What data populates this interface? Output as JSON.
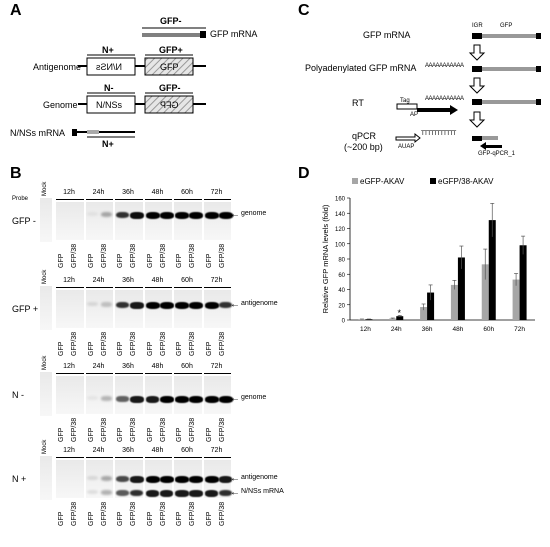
{
  "panels": {
    "a": "A",
    "b": "B",
    "c": "C",
    "d": "D"
  },
  "panelA": {
    "gfp_mrna_label": "GFP mRNA",
    "gfp_minus_top": "GFP-",
    "antigenome_label": "Antigenome",
    "genome_label": "Genome",
    "nnss_mrna_label": "N/NSs mRNA",
    "n_plus": "N+",
    "gfp_plus": "GFP+",
    "n_minus": "N-",
    "gfp_minus": "GFP-",
    "box_nnss_mirror": "N/NSs",
    "box_gfp": "GFP",
    "box_nnss": "N/NSs",
    "box_gfp_mirror": "GFP",
    "n_plus_bottom": "N+"
  },
  "panelB": {
    "probe_label": "Probe",
    "mock_label": "Mock",
    "timepoints": [
      "12h",
      "24h",
      "36h",
      "48h",
      "60h",
      "72h"
    ],
    "lane_labels": [
      "GFP",
      "GFP/38"
    ],
    "rows": [
      {
        "probe": "GFP -",
        "annotations": [
          "genome"
        ]
      },
      {
        "probe": "GFP +",
        "annotations": [
          "antigenome"
        ]
      },
      {
        "probe": "N -",
        "annotations": [
          "genome"
        ]
      },
      {
        "probe": "N +",
        "annotations": [
          "antigenome",
          "N/NSs mRNA"
        ]
      }
    ]
  },
  "panelC": {
    "gfp_mrna": "GFP mRNA",
    "igr": "IGR",
    "gfp": "GFP",
    "polyA_label": "Polyadenylated GFP mRNA",
    "polyA_seq": "AAAAAAAAAAA",
    "rt_label": "RT",
    "tag_label": "Tag",
    "ap_label": "AP",
    "polyA_seq2": "AAAAAAAAAAA",
    "qpcr_label": "qPCR",
    "qpcr_size": "(~200 bp)",
    "polyT_seq": "TTTTTTTTTTT",
    "auap_label": "AUAP",
    "primer_label": "GFP-qPCR_1"
  },
  "panelD": {
    "legend": [
      "eGFP-AKAV",
      "eGFP/38-AKAV"
    ],
    "colors": {
      "series1": "#a6a6a6",
      "series2": "#000000"
    },
    "star": "*"
  },
  "chart_data": {
    "type": "bar",
    "title": "",
    "xlabel": "",
    "ylabel": "Relative GFP mRNA levels (fold)",
    "ylim": [
      0,
      160
    ],
    "yticks": [
      0,
      20,
      40,
      60,
      80,
      100,
      120,
      140,
      160
    ],
    "categories": [
      "12h",
      "24h",
      "36h",
      "48h",
      "60h",
      "72h"
    ],
    "series": [
      {
        "name": "eGFP-AKAV",
        "values": [
          1,
          2,
          17,
          46,
          73,
          53
        ],
        "errors": [
          0.3,
          0.6,
          4,
          6,
          20,
          8
        ]
      },
      {
        "name": "eGFP/38-AKAV",
        "values": [
          1,
          5,
          36,
          82,
          131,
          98
        ],
        "errors": [
          0.3,
          1,
          10,
          15,
          22,
          12
        ]
      }
    ],
    "annotations": [
      "*"
    ],
    "legend_position": "top"
  }
}
